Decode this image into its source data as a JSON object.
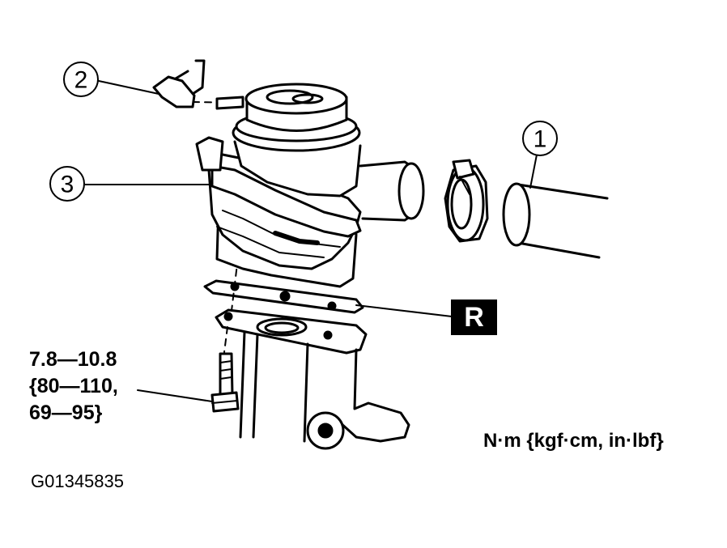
{
  "callouts": [
    {
      "id": "1",
      "label": "1"
    },
    {
      "id": "2",
      "label": "2"
    },
    {
      "id": "3",
      "label": "3"
    }
  ],
  "replace_badge": "R",
  "torque_spec": {
    "line1": "7.8—10.8",
    "line2": "{80—110,",
    "line3": "69—95}"
  },
  "units": "N·m {kgf·cm, in·lbf}",
  "figure_id": "G01345835"
}
